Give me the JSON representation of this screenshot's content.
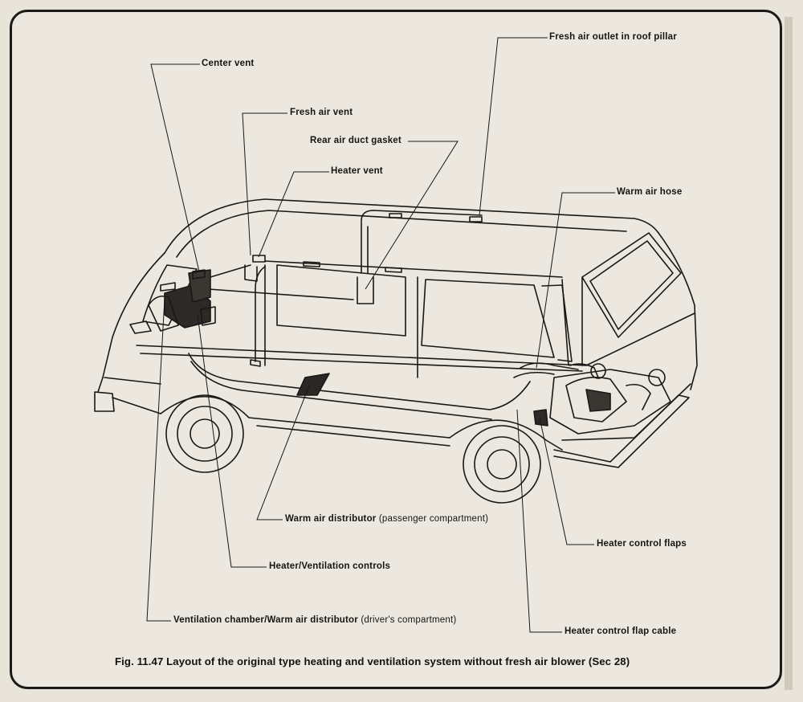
{
  "labels": {
    "fresh_air_outlet": "Fresh air outlet in roof pillar",
    "center_vent": "Center vent",
    "fresh_air_vent": "Fresh air vent",
    "rear_air_duct_gasket": "Rear air duct gasket",
    "heater_vent": "Heater vent",
    "warm_air_hose": "Warm air hose",
    "warm_air_distributor_main": "Warm air distributor",
    "warm_air_distributor_sub": "(passenger compartment)",
    "heater_control_flaps": "Heater control flaps",
    "heater_ventilation_controls": "Heater/Ventilation controls",
    "ventilation_chamber_main": "Ventilation chamber/Warm air distributor",
    "ventilation_chamber_sub": "(driver's compartment)",
    "heater_control_flap_cable": "Heater control flap cable"
  },
  "caption": "Fig. 11.47 Layout of the original type heating and ventilation system without fresh air blower (Sec 28)"
}
